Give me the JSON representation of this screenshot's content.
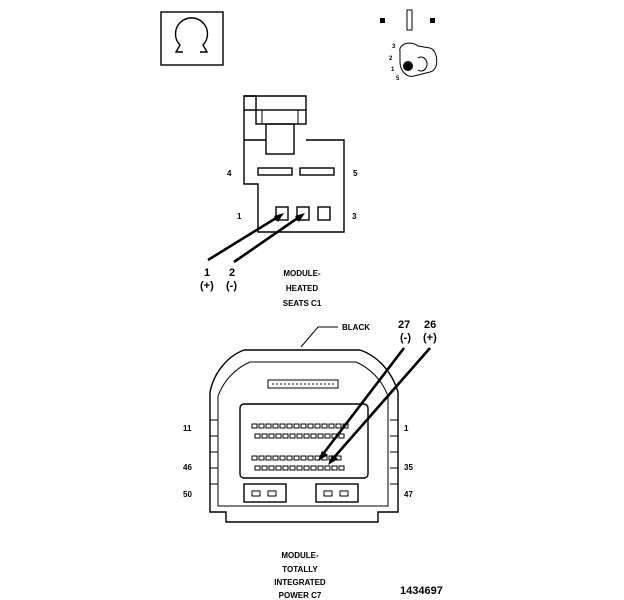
{
  "connector_c1": {
    "pin_labels": [
      "4",
      "5",
      "1",
      "3"
    ],
    "callout_1_num": "1",
    "callout_1_sign": "(+)",
    "callout_2_num": "2",
    "callout_2_sign": "(-)",
    "name_lines": [
      "MODULE-",
      "HEATED",
      "SEATS C1"
    ]
  },
  "connector_c7": {
    "color_label": "BLACK",
    "callout_27_num": "27",
    "callout_27_sign": "(-)",
    "callout_26_num": "26",
    "callout_26_sign": "(+)",
    "pin_labels": [
      "11",
      "1",
      "46",
      "35",
      "50",
      "47"
    ],
    "name_lines": [
      "MODULE-",
      "TOTALLY",
      "INTEGRATED",
      "POWER C7"
    ]
  },
  "view_key": {
    "numbers": [
      "3",
      "2",
      "1",
      "5"
    ]
  },
  "figure_id": "1434697"
}
